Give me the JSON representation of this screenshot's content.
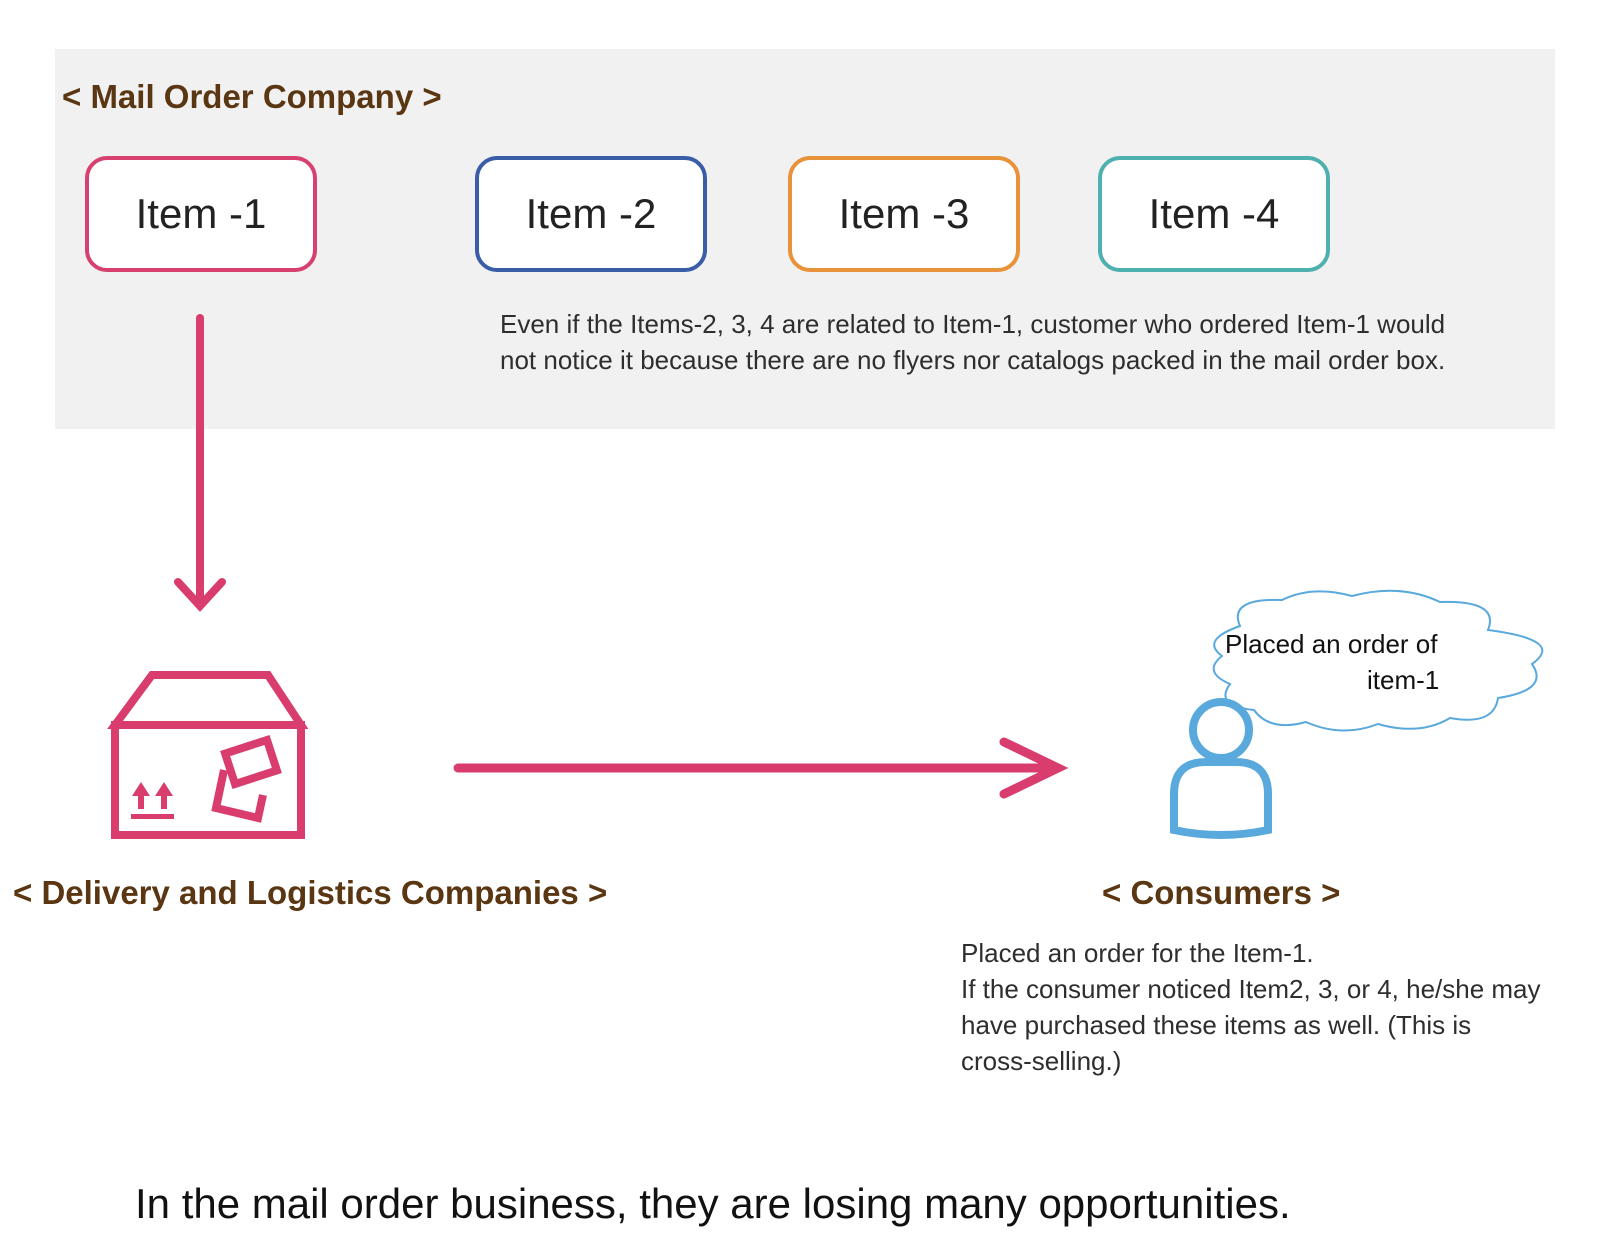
{
  "mail_order_company": {
    "title": "< Mail Order Company >",
    "items": [
      {
        "label": "Item -1",
        "color": "#d6416f"
      },
      {
        "label": "Item -2",
        "color": "#3a5da8"
      },
      {
        "label": "Item -3",
        "color": "#e8923a"
      },
      {
        "label": "Item -4",
        "color": "#4fb0b0"
      }
    ],
    "note_lines": [
      "Even if the Items-2, 3, 4 are related to Item-1, customer who ordered Item-1 would",
      "not notice it because there are no flyers nor catalogs packed in the mail order box."
    ]
  },
  "delivery": {
    "title": "< Delivery and Logistics Companies >",
    "icon": "package-box-icon",
    "color": "#d93d6e"
  },
  "consumers": {
    "title": "< Consumers >",
    "icon": "person-icon",
    "icon_color": "#5aa9dc",
    "thought_lines": [
      "Placed an order of",
      "item-1"
    ],
    "description_lines": [
      "Placed an order for the Item-1.",
      "If the consumer noticed Item2, 3, or 4, he/she may",
      "have purchased these items as well. (This is",
      "cross-selling.)"
    ]
  },
  "conclusion": "In the mail order business, they are losing many opportunities.",
  "colors": {
    "title_brown": "#5a3612",
    "panel_gray": "#f1f1f1",
    "arrow_pink": "#d93d6e"
  }
}
